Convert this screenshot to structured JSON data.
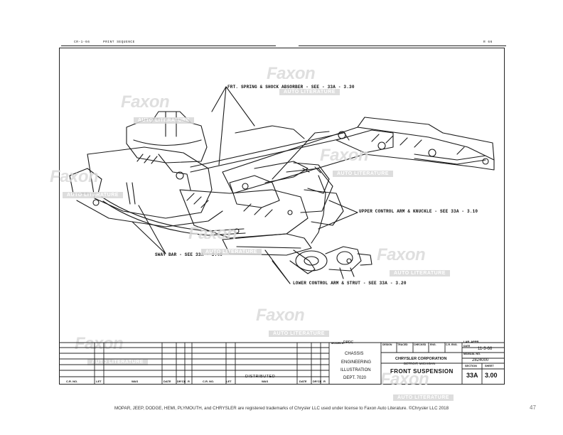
{
  "header_marks": {
    "left_code": "CR-1-66",
    "left_text": "PRINT SEQUENCE",
    "right_code": "R 66"
  },
  "callouts": {
    "spring_shock": "FRT. SPRING & SHOCK ABSORBER - SEE - 33A - 3.30",
    "upper_arm": "UPPER CONTROL ARM & KNUCKLE - SEE 33A - 3.10",
    "sway_bar": "SWAY BAR - SEE 33A - 3.40",
    "lower_arm": "LOWER CONTROL ARM & STRUT - SEE 33A - 3.20"
  },
  "watermark": {
    "brand": "Faxon",
    "tagline": "AUTO LITERATURE"
  },
  "title_block": {
    "models_label": "MODELS",
    "models_value": "DPDC",
    "dept_lines": [
      "CHASSIS",
      "ENGINEERING",
      "ILLUSTRATION",
      "DEPT. 7020"
    ],
    "design_label": "DESIGN",
    "traced_label": "TRACED",
    "checked_label": "CHECKED",
    "eng_label": "ENG.",
    "cr_eng_label": "C.R. ENG.",
    "date_label": "DATE",
    "lab_appr_label": "LAB. APPR.",
    "date_value": "11-3-66",
    "company": "CHRYSLER CORPORATION",
    "city": "DETROIT, MICHIGAN",
    "manual_no_label": "MANUAL NO.",
    "manual_no": "2824000",
    "section_label": "SECTION",
    "sheet_label": "SHEET",
    "title": "FRONT SUSPENSION",
    "section": "33A",
    "sheet": "3.00"
  },
  "revision_table": {
    "col_cr_no": "C.R. NO.",
    "col_let": "LET",
    "col_was": "WAS",
    "col_date": "DATE",
    "col_drcr": "DR'CK",
    "col_r": "R",
    "distributed": "DISTRIBUTED"
  },
  "footer": {
    "trademark": "MOPAR, JEEP, DODGE, HEMI, PLYMOUTH, and CHRYSLER are registered trademarks of Chrysler LLC used under license to Faxon Auto Literature. ©Chrysler LLC 2018",
    "page_number": "47"
  }
}
